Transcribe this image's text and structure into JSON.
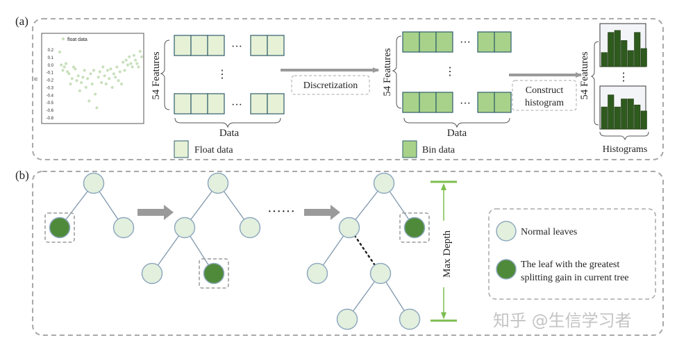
{
  "panel_a": {
    "label": "(a)",
    "scatter": {
      "legend": "float data",
      "ylabel": "n",
      "y_ticks": [
        "0.2",
        "0.1",
        "0.0",
        "-0.1",
        "-0.2",
        "-0.3",
        "-0.4",
        "-0.5",
        "-0.6",
        "-0.8"
      ],
      "y_values": [
        0.17,
        -0.02,
        -0.1,
        -0.05,
        0.0,
        -0.12,
        -0.15,
        -0.3,
        -0.22,
        -0.05,
        -0.08,
        -0.25,
        -0.18,
        -0.4,
        -0.28,
        -0.2,
        -0.1,
        -0.35,
        -0.22,
        -0.55,
        -0.15,
        -0.3,
        -0.1,
        -0.45,
        -0.65,
        -0.2,
        -0.12,
        -0.28,
        -0.05,
        -0.18,
        -0.3,
        -0.1,
        -0.22,
        -0.08,
        -0.35,
        -0.15,
        -0.2,
        -0.05,
        -0.25,
        -0.12,
        -0.3,
        0.02,
        -0.1,
        0.05,
        -0.02,
        0.1,
        0.0,
        -0.05,
        0.12,
        0.05,
        0.0,
        -0.05,
        0.18,
        0.1
      ]
    },
    "features_label": "54 Features",
    "data_label": "Data",
    "ellipsis": "···",
    "vertical_ellipsis": "⋮",
    "step1": "Discretization",
    "step2_line1": "Construct",
    "step2_line2": "histogram",
    "legend_float": "Float data",
    "legend_bin": "Bin data",
    "histograms_label": "Histograms",
    "colors": {
      "float_fill": "#e6f1d6",
      "bin_fill": "#a8d28a",
      "hist_bar": "#2f5a1e",
      "hist_bg": "#f3f4f7",
      "arrow": "#9a9a9a",
      "frame": "#a8a8a8",
      "cell_stroke": "#2e5c6b"
    }
  },
  "panel_b": {
    "label": "(b)",
    "dots": "······",
    "max_depth": "Max Depth",
    "legend_normal": "Normal leaves",
    "legend_greatest_line1": "The leaf with the greatest",
    "legend_greatest_line2": "splitting gain in current tree",
    "colors": {
      "normal_fill": "#e3f0de",
      "normal_stroke": "#8fa9bf",
      "gain_fill": "#4f8a3a",
      "depth_line": "#7cbd4e"
    }
  },
  "watermark": "知乎 @生信学习者"
}
